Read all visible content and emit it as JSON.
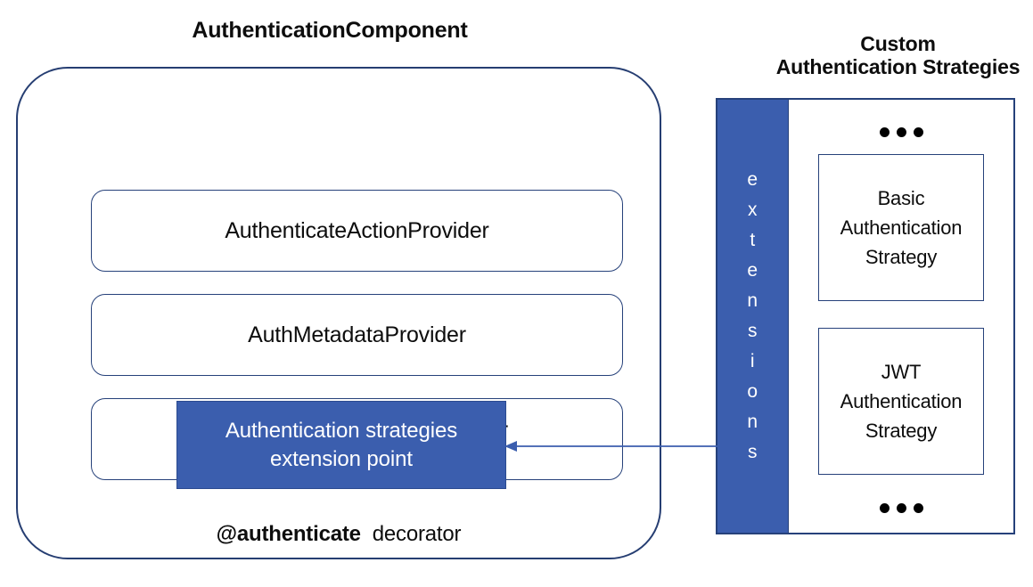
{
  "diagram": {
    "component": {
      "title": "AuthenticationComponent",
      "providers": [
        {
          "label": "AuthenticateActionProvider"
        },
        {
          "label": "AuthMetadataProvider"
        },
        {
          "label": "AuthenticationStrategyProvider"
        }
      ],
      "extension_point": {
        "label": "Authentication strategies\nextension point",
        "fill_color": "#3B5EAE",
        "text_color": "#FFFFFF"
      },
      "decorator_caption": {
        "name": "@authenticate",
        "suffix": "decorator"
      },
      "border_color": "#26417A"
    },
    "custom_strategies": {
      "title": "Custom\nAuthentication Strategies",
      "extensions_bar": {
        "label": "e\nx\nt\ne\nn\ns\ni\no\nn\ns",
        "fill_color": "#3B5EAE",
        "text_color": "#FFFFFF"
      },
      "top_ellipsis": "•••",
      "bottom_ellipsis": "•••",
      "strategies": [
        {
          "label": "Basic\nAuthentication\nStrategy"
        },
        {
          "label": "JWT\nAuthentication\nStrategy"
        }
      ],
      "border_color": "#26417A"
    },
    "arrow": {
      "name": "extensions-to-extension-point-arrow",
      "direction": "right-to-left",
      "color": "#3B5EAE"
    }
  }
}
